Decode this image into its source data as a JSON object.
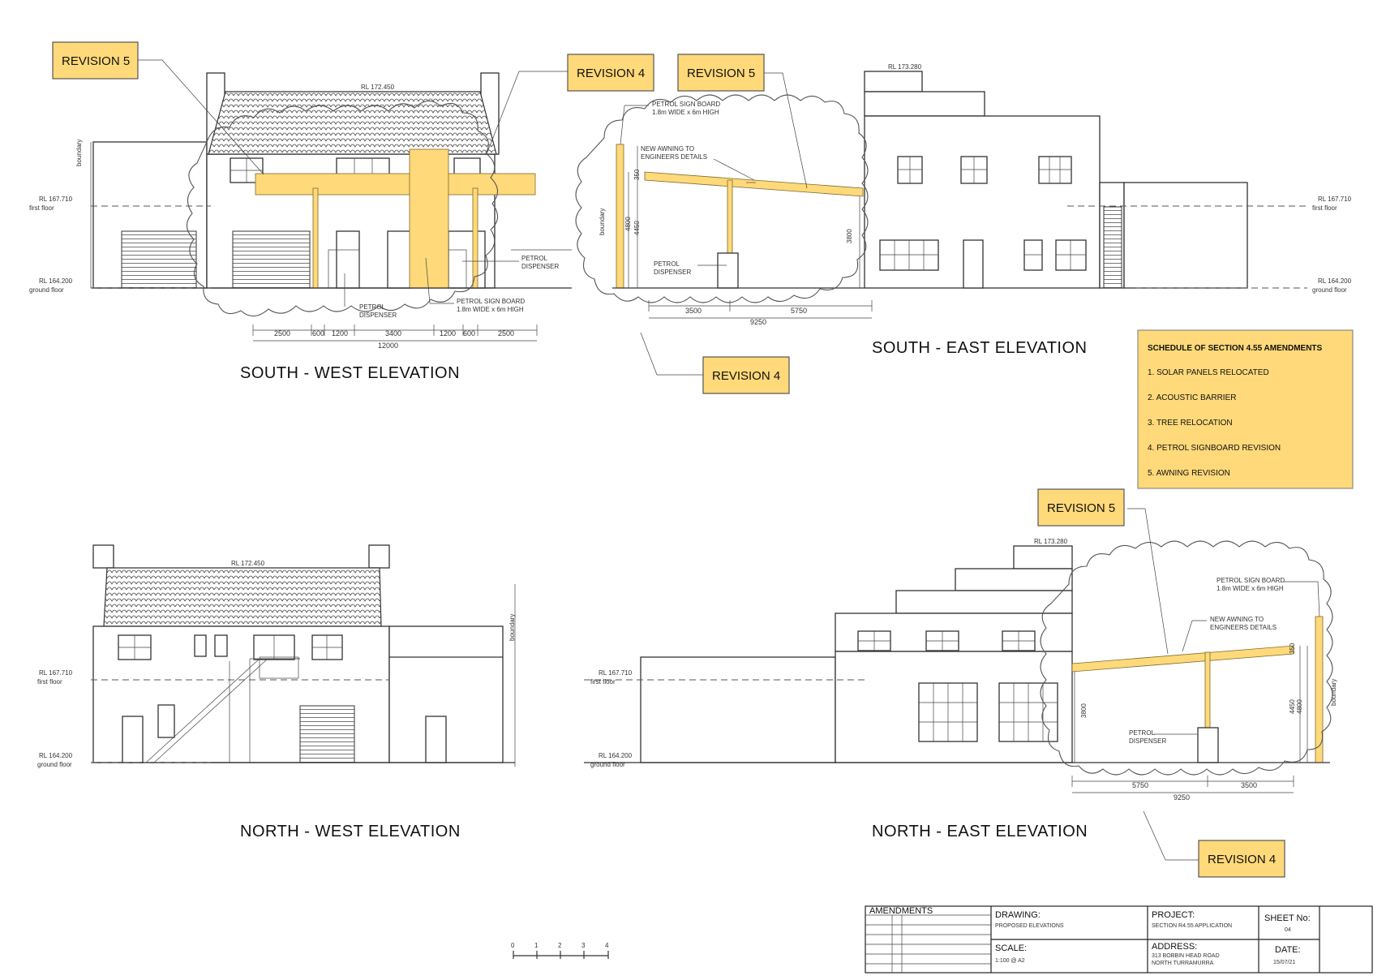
{
  "revision_labels": {
    "sw_rev5": "REVISION 5",
    "sw_rev4": "REVISION 4",
    "se_rev5": "REVISION 5",
    "se_rev4": "REVISION 4",
    "ne_rev5": "REVISION 5",
    "ne_rev4": "REVISION 4"
  },
  "elevation_titles": {
    "south_west": "SOUTH - WEST ELEVATION",
    "south_east": "SOUTH - EAST ELEVATION",
    "north_west": "NORTH - WEST ELEVATION",
    "north_east": "NORTH - EAST ELEVATION"
  },
  "levels": {
    "rl_first": "RL  167.710",
    "first_floor": "first floor",
    "rl_ground": "RL  164.200",
    "ground_floor": "ground floor",
    "rl_ridge_west": "RL  172.450",
    "rl_top_east": "RL  173.280",
    "boundary": "boundary"
  },
  "annotations": {
    "petrol": "PETROL",
    "dispenser": "DISPENSER",
    "sign_board_1": "PETROL SIGN BOARD",
    "sign_board_2": "1.8m WIDE x 6m HIGH",
    "awning_1": "NEW AWNING TO",
    "awning_2": "ENGINEERS DETAILS"
  },
  "dimensions": {
    "sw_segments": [
      "2500",
      "600",
      "1200",
      "3400",
      "1200",
      "600",
      "2500"
    ],
    "sw_total": "12000",
    "se_segments": [
      "3500",
      "5750"
    ],
    "se_total": "9250",
    "ne_segments": [
      "5750",
      "3500"
    ],
    "ne_total": "9250",
    "h_4800": "4800",
    "h_4450": "4450",
    "h_3800": "3800",
    "h_350": "350"
  },
  "schedule": {
    "title": "SCHEDULE OF SECTION 4.55 AMENDMENTS",
    "items": [
      "1. SOLAR PANELS RELOCATED",
      "2. ACOUSTIC BARRIER",
      "3. TREE RELOCATION",
      "4. PETROL SIGNBOARD REVISION",
      "5. AWNING REVISION"
    ]
  },
  "scale_bar": {
    "ticks": [
      "0",
      "1",
      "2",
      "3",
      "4"
    ]
  },
  "title_block": {
    "amendments": "AMENDMENTS",
    "drawing_label": "DRAWING:",
    "drawing_value": "PROPOSED ELEVATIONS",
    "project_label": "PROJECT:",
    "project_value": "SECTION R4.55 APPLICATION",
    "sheet_label": "SHEET No:",
    "sheet_value": "04",
    "scale_label": "SCALE:",
    "scale_value": "1:100 @ A2",
    "address_label": "ADDRESS:",
    "address_value_1": "313 BOBBIN HEAD ROAD",
    "address_value_2": "NORTH TURRAMURRA",
    "date_label": "DATE:",
    "date_value": "15/07/21"
  },
  "colors": {
    "highlight": "#ffd97a",
    "line": "#333333"
  }
}
